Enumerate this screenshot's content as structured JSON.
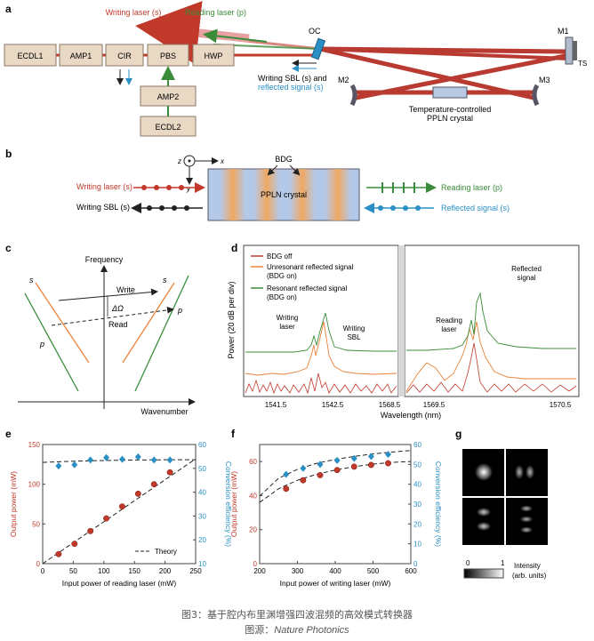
{
  "panels": {
    "a": {
      "label": "a",
      "boxes": [
        "ECDL1",
        "AMP1",
        "CIR",
        "PBS",
        "HWP",
        "AMP2",
        "ECDL2"
      ],
      "writing_laser": "Writing laser (s)",
      "reading_laser": "Reading laser (p)",
      "oc": "OC",
      "m1": "M1",
      "m2": "M2",
      "m3": "M3",
      "ts": "TS",
      "sbl_line1": "Writing SBL (s) and",
      "sbl_line2": "reflected signal (s)",
      "crystal_line1": "Temperature-controlled",
      "crystal_line2": "PPLN crystal"
    },
    "b": {
      "label": "b",
      "z": "z",
      "x": "x",
      "y": "y",
      "bdg": "BDG",
      "crystal": "PPLN crystal",
      "writing_laser": "Writing laser (s)",
      "writing_sbl": "Writing SBL (s)",
      "reading_laser": "Reading laser (p)",
      "reflected_signal": "Reflected signal (s)"
    },
    "c": {
      "label": "c",
      "y_axis": "Frequency",
      "x_axis": "Wavenumber",
      "s_left": "s",
      "s_right": "s",
      "p_left": "p",
      "p_right": "p",
      "write": "Write",
      "read": "Read",
      "delta": "ΔΩ"
    },
    "d": {
      "label": "d",
      "legend": [
        "BDG off",
        "Unresonant reflected signal",
        "(BDG on)",
        "Resonant reflected signal",
        "(BDG on)"
      ],
      "ylabel": "Power (20 dB per div)",
      "xlabel": "Wavelength (nm)",
      "ticks_left": [
        "1541.5",
        "1542.5",
        "1568.5"
      ],
      "ticks_right": [
        "1569.5",
        "1570.5"
      ],
      "ann_writing_laser": [
        "Writing",
        "laser"
      ],
      "ann_writing_sbl": [
        "Writing",
        "SBL"
      ],
      "ann_reading_laser": [
        "Reading",
        "laser"
      ],
      "ann_reflected": [
        "Reflected",
        "signal"
      ]
    },
    "e": {
      "label": "e",
      "xlabel": "Input power of reading laser (mW)",
      "ylabel_left": "Output power (mW)",
      "ylabel_right": "Conversion efficiency (%)",
      "theory": "Theory"
    },
    "f": {
      "label": "f",
      "xlabel": "Input power of writing laser (mW)",
      "ylabel_left": "Output power (mW)",
      "ylabel_right": "Conversion efficiency (%)"
    },
    "g": {
      "label": "g",
      "cbar_min": "0",
      "cbar_max": "1",
      "cbar_label1": "Intensity",
      "cbar_label2": "(arb. units)"
    }
  },
  "chart_data": [
    {
      "panel": "e",
      "type": "scatter",
      "x_axis": {
        "range": [
          0,
          250
        ],
        "ticks": [
          "0",
          "50",
          "100",
          "150",
          "200",
          "250"
        ]
      },
      "y_left": {
        "range": [
          0,
          150
        ],
        "ticks": [
          "0",
          "50",
          "100",
          "150"
        ]
      },
      "y_right": {
        "range": [
          10,
          60
        ],
        "ticks": [
          "10",
          "20",
          "30",
          "40",
          "50",
          "60"
        ]
      },
      "output_power": {
        "x": [
          26,
          52,
          78,
          104,
          130,
          156,
          182,
          208
        ],
        "y": [
          12,
          25,
          41,
          57,
          72,
          88,
          100,
          115
        ]
      },
      "efficiency": {
        "x": [
          26,
          52,
          78,
          104,
          130,
          156,
          182,
          208
        ],
        "y": [
          51,
          51.5,
          53.5,
          54.5,
          53.8,
          54.8,
          53.5,
          53.5
        ]
      },
      "theory_power": {
        "x": [
          0,
          250
        ],
        "y": [
          0,
          132
        ]
      },
      "theory_eff": {
        "x": [
          0,
          50,
          100,
          150,
          200,
          250
        ],
        "y": [
          52.5,
          53,
          53.3,
          53.5,
          53.6,
          53.6
        ]
      },
      "legend": [
        "Theory"
      ]
    },
    {
      "panel": "f",
      "type": "scatter",
      "x_axis": {
        "range": [
          200,
          600
        ],
        "ticks": [
          "200",
          "300",
          "400",
          "500",
          "600"
        ]
      },
      "y_left": {
        "range": [
          0,
          70
        ],
        "ticks": [
          "0",
          "20",
          "40",
          "60"
        ]
      },
      "y_right": {
        "range": [
          0,
          60
        ],
        "ticks": [
          "0",
          "10",
          "20",
          "30",
          "40",
          "50",
          "60"
        ]
      },
      "output_power": {
        "x": [
          270,
          315,
          360,
          405,
          450,
          495,
          540
        ],
        "y": [
          44,
          49,
          52,
          55,
          57,
          58,
          59
        ]
      },
      "efficiency": {
        "x": [
          270,
          315,
          360,
          405,
          450,
          495,
          540
        ],
        "y": [
          45,
          48,
          50,
          52,
          53,
          54,
          55
        ]
      }
    }
  ],
  "caption": {
    "line1": "图3：基于腔内布里渊增强四波混频的高效模式转换器",
    "line2_prefix": "图源：",
    "line2_source": "Nature Photonics"
  },
  "colors": {
    "red": "#c0392b",
    "green": "#3a8c3a",
    "blue": "#2a8fc4",
    "box_fill": "#e8d8c4",
    "orange": "#e8833a"
  }
}
